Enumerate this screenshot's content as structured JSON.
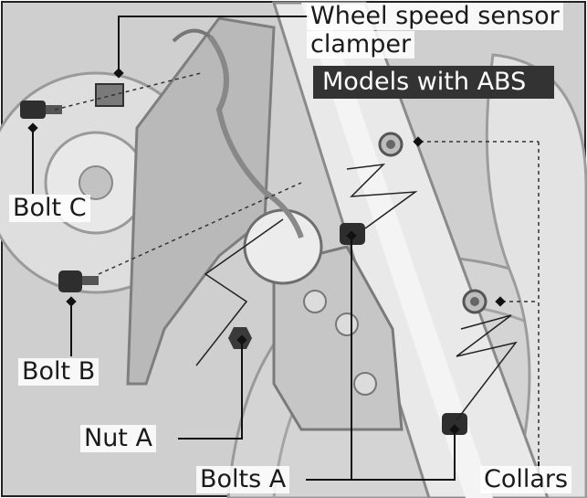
{
  "labels": {
    "wheel_speed_sensor_line1": "Wheel speed sensor",
    "wheel_speed_sensor_line2": "clamper",
    "models_with_abs": "Models with ABS",
    "bolt_c": "Bolt C",
    "bolt_b": "Bolt B",
    "nut_a": "Nut A",
    "bolts_a": "Bolts A",
    "collars": "Collars"
  },
  "colors": {
    "badge_bg": "#333333",
    "badge_text": "#ffffff",
    "line": "#111111",
    "metal_light": "#e6e6e6",
    "metal_mid": "#c8c8c8",
    "metal_dark": "#8e8e8e"
  }
}
